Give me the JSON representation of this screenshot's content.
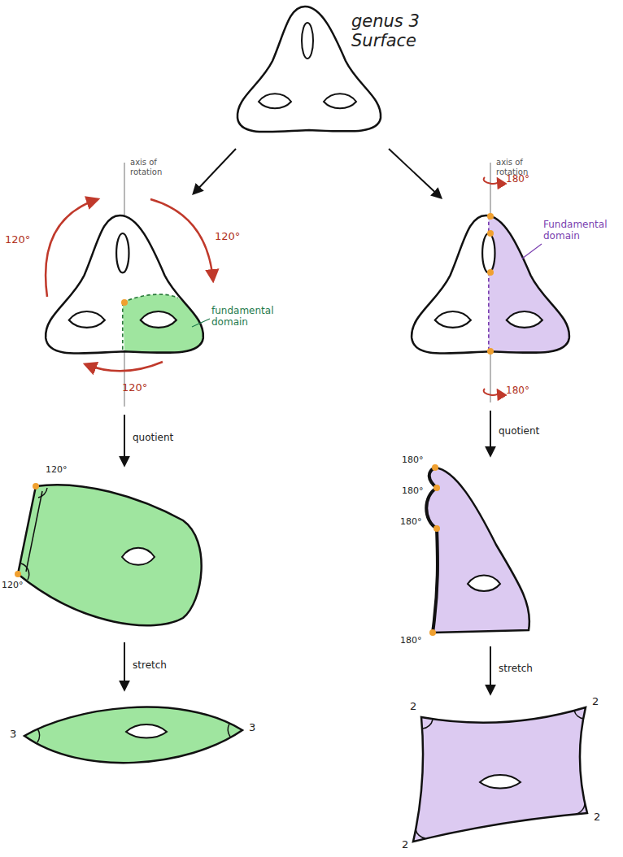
{
  "diagram": {
    "title": "genus 3 Surface",
    "labels": [
      "axis of rotation",
      "120°",
      "120°",
      "fundamental domain",
      "120°",
      "axis of rotation",
      "180°",
      "Fundamental domain",
      "180°",
      "quotient",
      "quotient",
      "120°",
      "120°",
      "180°",
      "180°",
      "180°",
      "180°",
      "stretch",
      "stretch",
      "3",
      "3",
      "2",
      "2",
      "2",
      "2"
    ]
  }
}
